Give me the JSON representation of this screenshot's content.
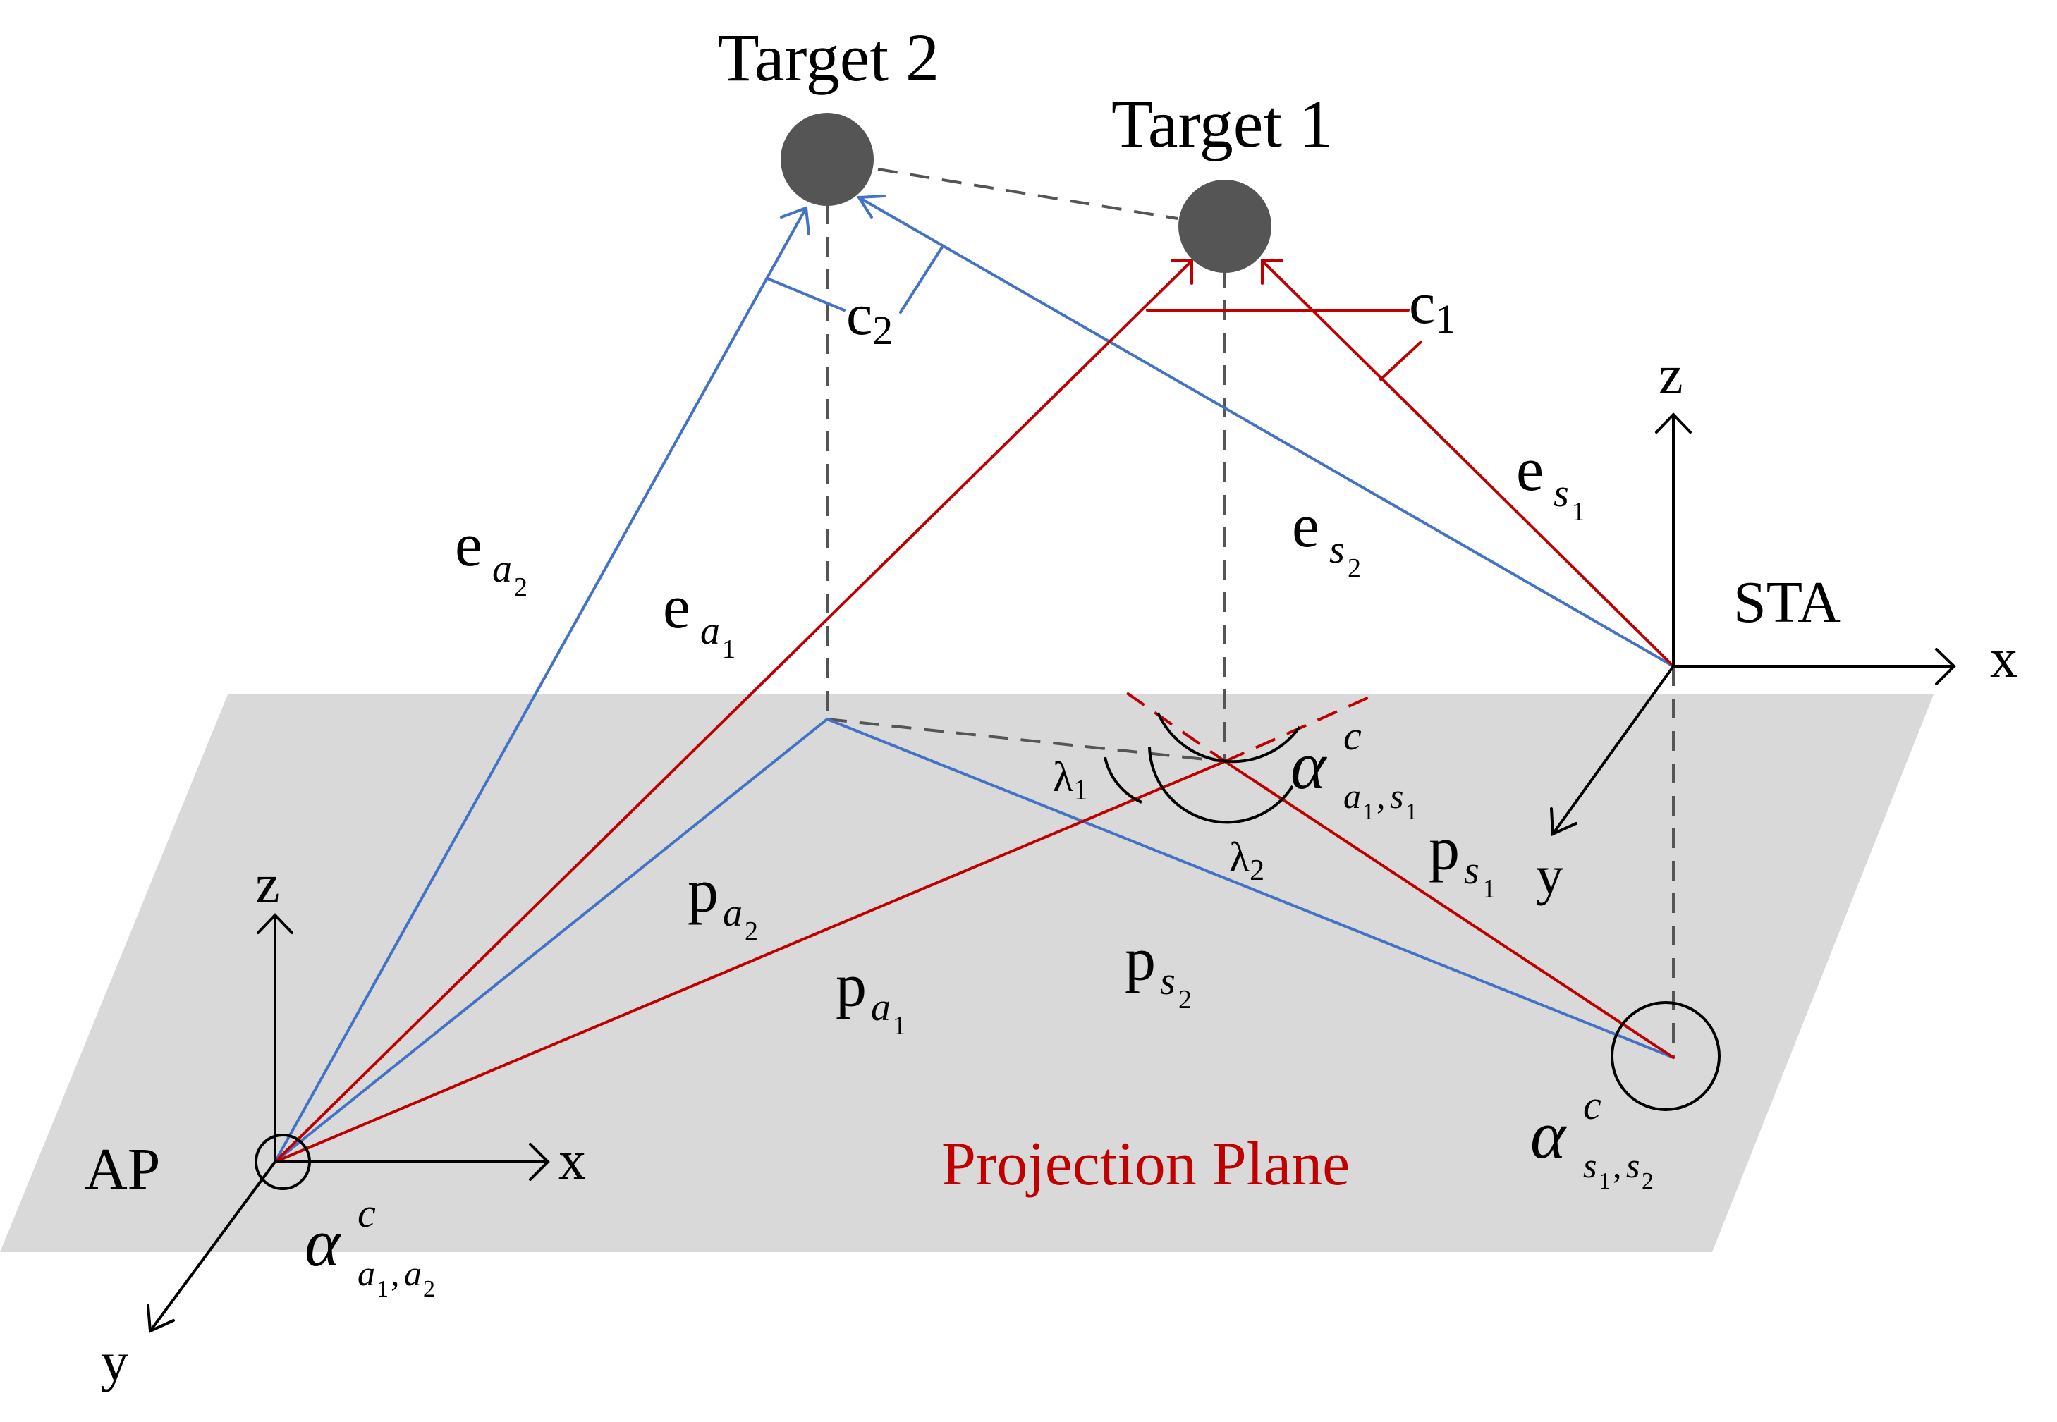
{
  "colors": {
    "plane": "#d9d9d9",
    "blue": "#4472c4",
    "red": "#c00000",
    "dash": "#555555",
    "target": "#555555",
    "black": "#000000"
  },
  "targets": {
    "target2": "Target 2",
    "target1": "Target 1"
  },
  "nodes": {
    "ap": "AP",
    "sta": "STA"
  },
  "plane_label": "Projection Plane",
  "axes": {
    "x": "x",
    "y": "y",
    "z": "z"
  },
  "symbols": {
    "e": "e",
    "p": "p",
    "c": "c",
    "alpha": "α",
    "lambda": "λ",
    "sup_c": "c",
    "a": "a",
    "s": "s",
    "sub1": "1",
    "sub2": "2",
    "comma": ","
  }
}
